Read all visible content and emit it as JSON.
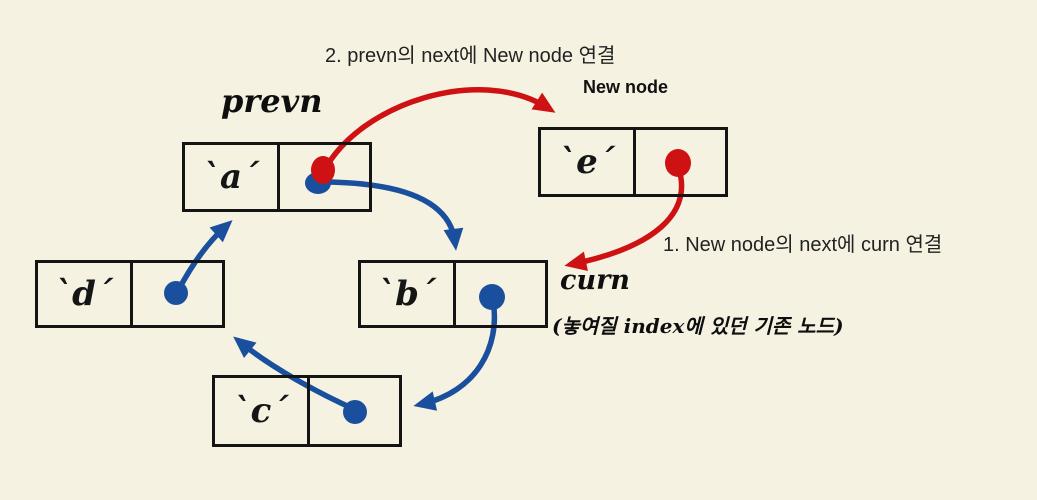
{
  "diagram_title": "linked list insertion",
  "colors": {
    "red": "#ce1113",
    "blue": "#1a4f9e",
    "background": "#f5f2e2",
    "box_border": "#141414",
    "text_dark": "#222222"
  },
  "annotations": {
    "step2_label": "2. prevn의 next에 New node 연결",
    "step1_label": "1. New node의 next에 curn 연결",
    "prevn_label": "prevn",
    "new_node_label": "New node",
    "curn_label": "curn",
    "curn_note": "(놓여질 index에 있던 기존 노드)"
  },
  "nodes": {
    "a": {
      "value": "`a´",
      "role": "prevn"
    },
    "e": {
      "value": "`e´",
      "role": "New node"
    },
    "b": {
      "value": "`b´",
      "role": "curn"
    },
    "c": {
      "value": "`c´",
      "role": ""
    },
    "d": {
      "value": "`d´",
      "role": ""
    }
  },
  "edges": [
    {
      "from": "a",
      "to": "e",
      "color": "red",
      "meaning": "step 2: prevn.next → New node"
    },
    {
      "from": "e",
      "to": "b",
      "color": "red",
      "meaning": "step 1: New node.next → curn"
    },
    {
      "from": "a",
      "to": "b",
      "color": "blue",
      "meaning": "original a.next → b"
    },
    {
      "from": "b",
      "to": "c",
      "color": "blue",
      "meaning": "b.next → c"
    },
    {
      "from": "c",
      "to": "d",
      "color": "blue",
      "meaning": "c.next → d"
    },
    {
      "from": "d",
      "to": "a",
      "color": "blue",
      "meaning": "d.next → a"
    }
  ]
}
